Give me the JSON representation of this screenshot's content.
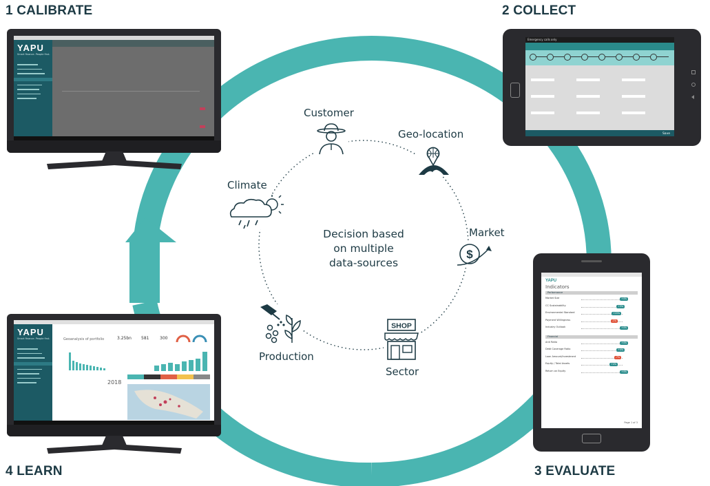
{
  "steps": {
    "calibrate": "1 CALIBRATE",
    "collect": "2 COLLECT",
    "evaluate": "3 EVALUATE",
    "learn": "4 LEARN"
  },
  "center": {
    "line1": "Decision based",
    "line2": "on multiple",
    "line3": "data-sources"
  },
  "sources": {
    "customer": "Customer",
    "geo_location": "Geo-location",
    "market": "Market",
    "sector": "Sector",
    "production": "Production",
    "climate": "Climate"
  },
  "brand": {
    "logo": "YAPU",
    "tagline": "Smart finance. People first."
  },
  "dashboard_learn": {
    "title": "Geoanalysis of portfolio",
    "kpi1": "3.25bn",
    "kpi2": "581",
    "kpi3": "300",
    "year": "2018"
  },
  "evaluate_screen": {
    "header": "Indicators",
    "section1": "Performance",
    "section2": "Financial",
    "indicators1": [
      "Market Size",
      "CC Sustainability",
      "Environmental Standard",
      "Payment Willingness",
      "Industry Outlook"
    ],
    "indicators2": [
      "Anti Ratio",
      "Debt Coverage Ratio",
      "Loan Amount/Investment",
      "Equity / Total Assets",
      "Return on Equity"
    ],
    "tags1": [
      "+4%",
      "+3%",
      "+15%",
      "-1%",
      "+4%"
    ],
    "tags2": [
      "+4%",
      "+4%",
      "-7%",
      "+4%",
      "+4%"
    ],
    "footer": "Page 1 of 3"
  },
  "collect_screen": {
    "status": "Emergency calls only",
    "save": "Save"
  },
  "colors": {
    "teal": "#4ab5b1",
    "teal_dark": "#2f8f8f",
    "navy": "#1d3a44",
    "screen_dark": "#1c5a64",
    "red_tag": "#e0533a"
  },
  "icons": {
    "customer": "farmer-icon",
    "geo_location": "globe-pin-icon",
    "market": "dollar-growth-icon",
    "sector": "shop-icon",
    "production": "watering-can-plant-icon",
    "climate": "cloud-sun-rain-icon"
  }
}
